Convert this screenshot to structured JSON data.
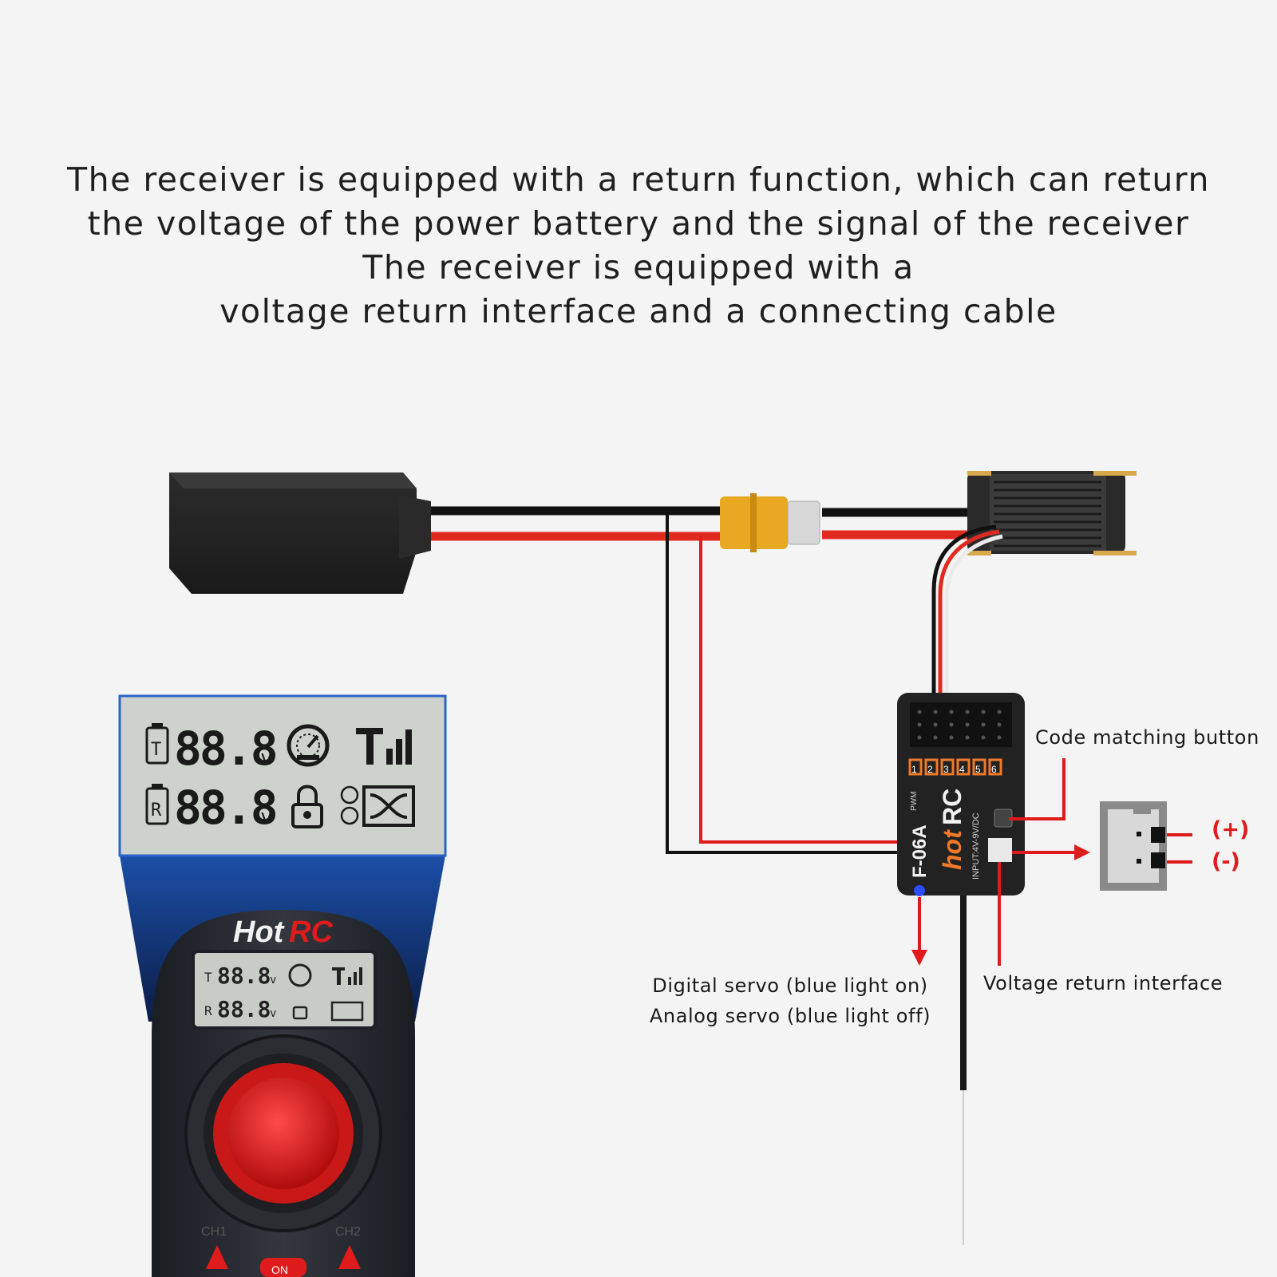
{
  "headline": {
    "lines": [
      "The receiver is equipped with a return function, which can return",
      "the voltage of the power battery and the signal of the receiver",
      "The receiver is equipped with a",
      "voltage return interface and a connecting cable"
    ]
  },
  "labels": {
    "code_matching_button": "Code matching button",
    "servo_digital": "Digital servo (blue light on)",
    "servo_analog": "Analog servo (blue light off)",
    "voltage_return": "Voltage return interface",
    "plus": "(+)",
    "minus": "(-)"
  },
  "lcd": {
    "row1_prefix": "T",
    "row1_value": "88.8",
    "row1_unit": "v",
    "row2_prefix": "R",
    "row2_value": "88.8",
    "row2_unit": "v"
  },
  "transmitter": {
    "brand_hot": "Hot",
    "brand_rc": "RC",
    "ch1": "CH1",
    "ch2": "CH2",
    "on": "ON"
  },
  "receiver": {
    "brand_hot": "hot",
    "brand_rc": "RC",
    "model": "F-06A",
    "input": "INPUT:4V-9V/DC",
    "pwm": "PWM",
    "channels": [
      "1",
      "2",
      "3",
      "4",
      "5",
      "6"
    ]
  },
  "colors": {
    "accent_red": "#e01b1b",
    "wire_black": "#111111",
    "lcd_bg": "#cdd3cc",
    "connector_yellow": "#e9a822"
  }
}
